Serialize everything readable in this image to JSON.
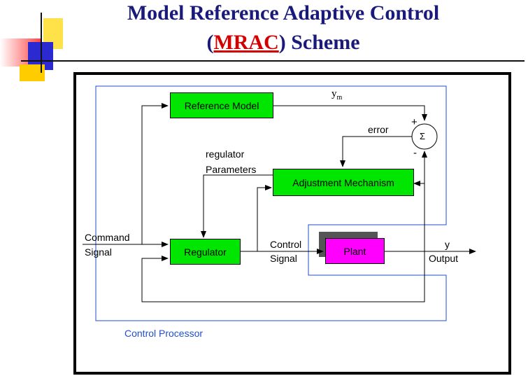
{
  "title": {
    "line1": "Model Reference Adaptive Control",
    "line2_open": "(",
    "line2_acronym": "MRAC",
    "line2_close": ")  Scheme"
  },
  "diagram": {
    "reference_model": "Reference Model",
    "adjustment_mechanism": "Adjustment Mechanism",
    "regulator": "Regulator",
    "plant": "Plant",
    "ym_label": "y",
    "ym_sub": "m",
    "error_label": "error",
    "sum_symbol": "Σ",
    "plus_sign": "+",
    "minus_sign": "-",
    "regulator_params_1": "regulator",
    "regulator_params_2": "Parameters",
    "command_1": "Command",
    "command_2": "Signal",
    "control_1": "Control",
    "control_2": "Signal",
    "y_label": "y",
    "output_label": "Output",
    "control_processor": "Control Processor"
  },
  "colors": {
    "title": "#1a1a7a",
    "acronym": "#d40000",
    "block_green": "#00e600",
    "block_plant": "#ff00ff",
    "processor_border": "#1f4fd0"
  }
}
